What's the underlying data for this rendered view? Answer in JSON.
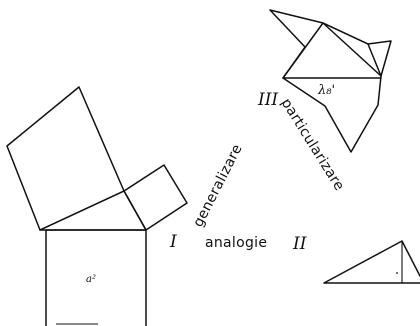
{
  "labels": {
    "node_1": "I",
    "node_2": "II",
    "node_3": "III",
    "edge_bottom": "analogie",
    "edge_left": "generalizare",
    "edge_right": "particularizare",
    "square_label": "a²",
    "star_label": "λ₈'"
  },
  "colors": {
    "ink": "#111111",
    "paper": "#ffffff"
  }
}
